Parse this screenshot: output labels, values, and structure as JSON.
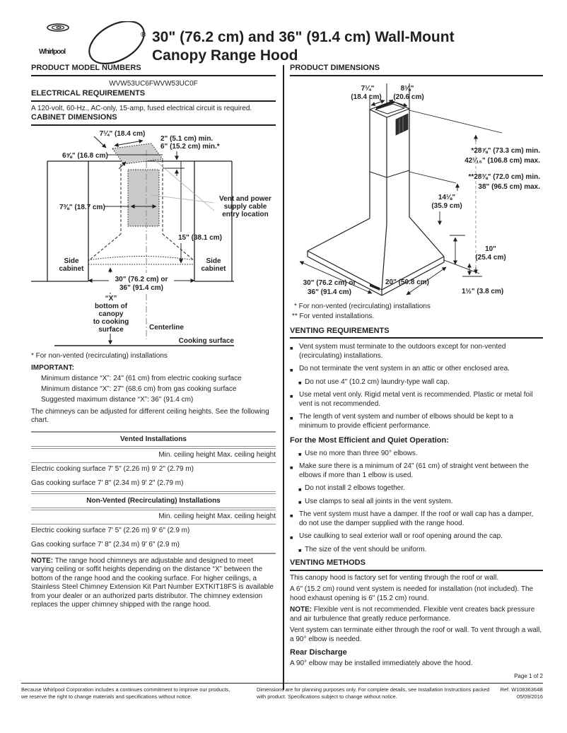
{
  "header": {
    "logo_text": "Whirlpool",
    "registered": "®",
    "title_line1": "30\" (76.2 cm) and 36\" (91.4 cm) Wall-Mount",
    "title_line2": "Canopy Range Hood"
  },
  "left": {
    "model_heading": "PRODUCT MODEL NUMBERS",
    "model_numbers": "WVW53UC6FWVW53UC0F",
    "electrical_heading": "ELECTRICAL REQUIREMENTS",
    "electrical_text": "A 120-volt, 60-Hz., AC-only, 15-amp, fused electrical circuit is required.",
    "cabinet_heading": "CABINET DIMENSIONS",
    "cab": {
      "dim_top": "7¼\" (18.4 cm)",
      "min1": "2\" (5.1 cm) min.",
      "min2": "6\" (15.2 cm) min.*",
      "depth": "6⅝\" (16.8 cm)",
      "vent_w": "7⅜\" (18.7 cm)",
      "vent_l1": "Vent and power",
      "vent_l2": "supply cable",
      "vent_l3": "entry location",
      "h15": "15\" (38.1 cm)",
      "side_l1": "Side",
      "side_l2": "cabinet",
      "width_l1": "30\" (76.2 cm) or",
      "width_l2": "36\" (91.4 cm)",
      "x1": "“X”",
      "x2": "bottom of",
      "x3": "canopy",
      "x4": "to cooking",
      "x5": "surface",
      "centerline": "Centerline",
      "cooking": "Cooking surface"
    },
    "footnote": "* For non-vented (recirculating) installations",
    "important_label": "IMPORTANT:",
    "important_lines": [
      "Minimum distance “X”: 24\" (61 cm) from electric cooking surface",
      "Minimum distance “X”: 27\" (68.6 cm) from gas cooking surface",
      "Suggested maximum distance “X”: 36\" (91.4 cm)"
    ],
    "chimneys_text": "The chimneys can be adjusted for different ceiling heights. See the following chart.",
    "table": {
      "sections": [
        {
          "title": "Vented Installations",
          "colhead": "Min. ceiling height Max. ceiling height",
          "rows": [
            "Electric cooking surface 7' 5\" (2.26 m) 9' 2\" (2.79 m)",
            "Gas cooking surface 7' 8\" (2.34 m) 9' 2\" (2.79 m)"
          ]
        },
        {
          "title": "Non-Vented (Recirculating) Installations",
          "colhead": "Min. ceiling height Max. ceiling height",
          "rows": [
            "Electric cooking surface 7' 5\" (2.26 m) 9' 6\" (2.9 m)",
            "Gas cooking surface 7' 8\" (2.34 m) 9' 6\" (2.9 m)"
          ]
        }
      ]
    },
    "note_label": "NOTE:",
    "note_text": " The range hood chimneys are adjustable and designed to meet varying ceiling or soffit heights depending on the distance “X” between the bottom of the range hood and the cooking surface. For higher ceilings, a Stainless Steel Chimney Extension Kit Part Number EXTKIT18FS is available from your dealer or an authorized parts distributor. The chimney extension replaces the upper chimney shipped with the range hood."
  },
  "right": {
    "dimensions_heading": "PRODUCT DIMENSIONS",
    "pd": {
      "w1a": "7¼\"",
      "w1b": "(18.4 cm)",
      "w2a": "8⅛\"",
      "w2b": "(20.6 cm)",
      "h1a": "*28⅞\" (73.3 cm) min.",
      "h1b": "42¹⁄₁₆\" (106.8 cm) max.",
      "h2a": "**28⅜\" (72.0 cm) min.",
      "h2b": "38\" (96.5 cm) max.",
      "h3a": "14⅛\"",
      "h3b": "(35.9 cm)",
      "h4a": "10\"",
      "h4b": "(25.4 cm)",
      "wb1": "30\" (76.2 cm) or",
      "wb2": "36\" (91.4 cm)",
      "depth": "20\" (50.8 cm)",
      "lip": "1½\" (3.8 cm)"
    },
    "footnote1": "* For non-vented (recirculating) installations",
    "footnote2": "** For vented installations.",
    "venting_heading": "VENTING REQUIREMENTS",
    "venting_bullets": [
      {
        "level": 1,
        "text": "Vent system must terminate to the outdoors except for non-vented (recirculating) installations."
      },
      {
        "level": 1,
        "text": "Do not terminate the vent system in an attic or other enclosed area."
      },
      {
        "level": 2,
        "text": "Do not use 4\" (10.2 cm) laundry-type wall cap."
      },
      {
        "level": 1,
        "text": "Use metal vent only. Rigid metal vent is recommended. Plastic or metal foil vent is not recommended."
      },
      {
        "level": 1,
        "text": "The length of vent system and number of elbows should be kept to a minimum to provide efficient performance."
      }
    ],
    "efficient_heading": "For the Most Efficient and Quiet Operation:",
    "efficient_bullets": [
      {
        "level": 2,
        "text": "Use no more than three 90° elbows."
      },
      {
        "level": 1,
        "text": "Make sure there is a minimum of 24\" (61 cm) of straight vent between the elbows if more than 1 elbow is used."
      },
      {
        "level": 2,
        "text": "Do not install 2 elbows together."
      },
      {
        "level": 2,
        "text": "Use clamps to seal all joints in the vent system."
      },
      {
        "level": 1,
        "text": "The vent system must have a damper. If the roof or wall cap has a damper, do not use the damper supplied with the range hood."
      },
      {
        "level": 1,
        "text": "Use caulking to seal exterior wall or roof opening around the cap."
      },
      {
        "level": 2,
        "text": "The size of the vent should be uniform."
      }
    ],
    "methods_heading": "VENTING METHODS",
    "methods_p1": "This canopy hood is factory set for venting through the roof or wall.",
    "methods_p2": "A 6\" (15.2 cm) round vent system is needed for installation (not included). The hood exhaust opening is 6\" (15.2 cm) round.",
    "methods_note_label": "NOTE:",
    "methods_note_text": " Flexible vent is not recommended. Flexible vent creates back pressure and air turbulence that greatly reduce performance.",
    "methods_p3": "Vent system can terminate either through the roof or wall. To vent through a wall, a 90° elbow is needed.",
    "rear_heading": "Rear Discharge",
    "rear_text": "A 90° elbow may be installed immediately above the hood."
  },
  "footer": {
    "page": "Page 1 of 2",
    "left_text": "Because Whirlpool Corporation includes a continues commitment to improve our products, we reserve the right to change materials and specifications without notice.",
    "center_text": "Dimensions are for planning purposes only. For complete details, see Installation Instructions packed with product. Specifications subject to change without notice.",
    "ref": "Ref. W10836364B",
    "date": "05/09/2016"
  }
}
